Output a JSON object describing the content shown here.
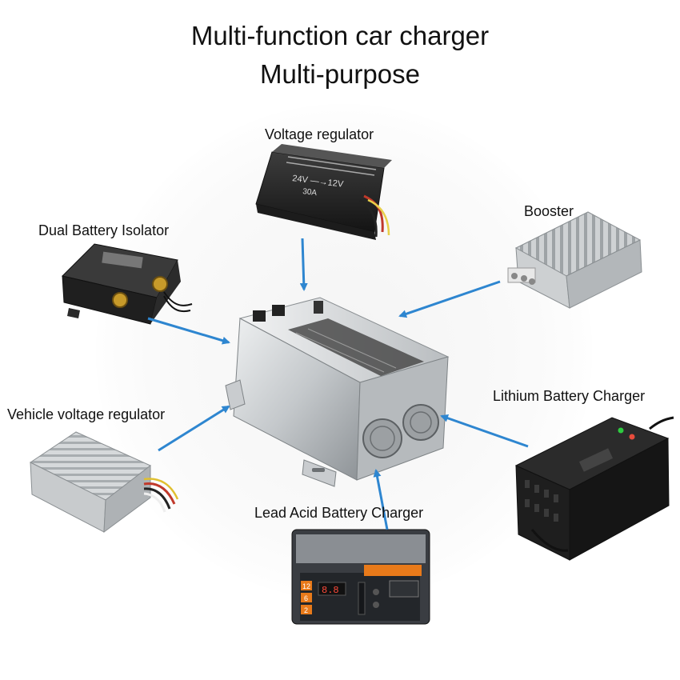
{
  "title": {
    "line1": "Multi-function car charger",
    "line2": "Multi-purpose"
  },
  "devices": {
    "voltage_regulator": {
      "label": "Voltage regulator",
      "face_text_1": "24V —→12V",
      "face_text_2": "30A"
    },
    "dual_battery_isolator": {
      "label": "Dual Battery Isolator"
    },
    "booster": {
      "label": "Booster"
    },
    "lithium_battery_charger": {
      "label": "Lithium Battery Charger"
    },
    "vehicle_voltage_regulator": {
      "label": "Vehicle voltage regulator"
    },
    "lead_acid_battery_charger": {
      "label": "Lead Acid Battery Charger",
      "display_value": "8.8",
      "row_labels": [
        "12",
        "6",
        "2"
      ]
    }
  },
  "colors": {
    "arrow": "#2e86d0",
    "dark_device": "#2a2a2a",
    "silver": "#c9cccf",
    "accent_orange": "#e87a1a"
  }
}
